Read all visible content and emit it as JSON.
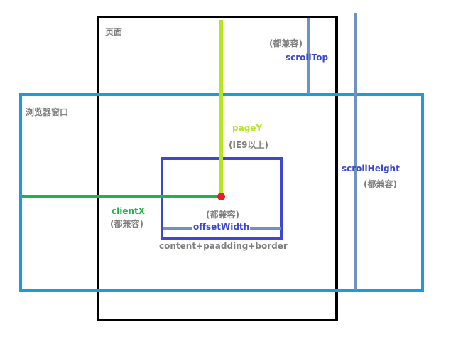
{
  "labels": {
    "page": "页面",
    "browser_window": "浏览器窗口",
    "scroll_top": "scrollTop",
    "scroll_top_compat": "(都兼容)",
    "page_y": "pageY",
    "page_y_compat": "(IE9以上)",
    "scroll_height": "scrollHeight",
    "scroll_height_compat": "(都兼容)",
    "client_x": "clientX",
    "client_x_compat": "(都兼容)",
    "offset_width_compat": "(都兼容)",
    "offset_width": "offsetWidth",
    "box_model": "content+paadding+border"
  },
  "colors": {
    "page_border": "#000000",
    "window_border": "#1e9be0",
    "element_border": "#3f48cc",
    "page_y_line": "#b5e61d",
    "client_x_line": "#22b14c",
    "scroll_line": "#7092be",
    "point": "#ed1c24",
    "muted_text": "#7f7f7f"
  }
}
